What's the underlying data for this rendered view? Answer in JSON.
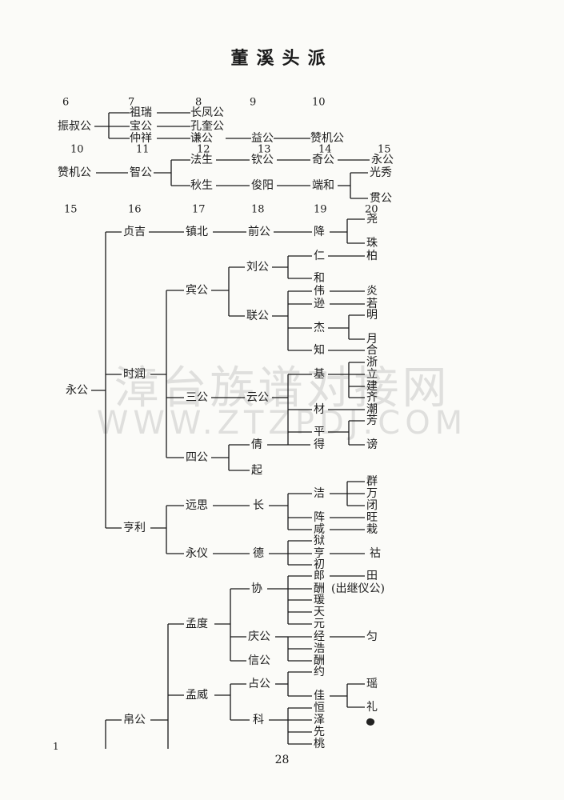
{
  "title": "董溪头派",
  "page_number": "28",
  "margin_mark": "1",
  "watermark": {
    "cn": "漳台族谱对接网",
    "en": "WWW.ZTZPDJ.COM"
  },
  "generation_rows": [
    [
      "6",
      "7",
      "8",
      "9",
      "10"
    ],
    [
      "10",
      "11",
      "12",
      "13",
      "14",
      "15"
    ],
    [
      "15",
      "16",
      "17",
      "18",
      "19",
      "20"
    ]
  ],
  "names": {
    "zhenshu": "振叔公",
    "zurui": "祖瑞",
    "baogong": "宝公",
    "zhongxiang": "仲祥",
    "changfeng": "长凤公",
    "kongkui": "孔奎公",
    "qiangong": "谦公",
    "yigong": "益公",
    "zanji_a": "赞机公",
    "zanji_b": "赞机公",
    "zhigong": "智公",
    "fasheng": "法生",
    "qiusheng": "秋生",
    "qingong": "钦公",
    "junyang": "俊阳",
    "qigong": "奇公",
    "duanhe": "端和",
    "yonggong_a": "永公",
    "guangxiu": "光秀",
    "guangong": "贯公",
    "yonggong": "永公",
    "zhenji": "贞吉",
    "zhenbei": "镇北",
    "qiangong2": "前公",
    "jiang": "降",
    "yao": "尧",
    "zhu": "珠",
    "shirun": "时润",
    "bingong": "宾公",
    "liugong": "刘公",
    "ren": "仁",
    "bai": "柏",
    "he": "和",
    "liangong": "联公",
    "wei": "伟",
    "yan": "炎",
    "xun": "逊",
    "ruo": "若",
    "jie": "杰",
    "ming": "明",
    "yue": "月",
    "zhi": "知",
    "he2": "合",
    "sangong": "三公",
    "yungong": "云公",
    "ji": "基",
    "zhe": "浙",
    "li": "立",
    "jian": "建",
    "qi": "齐",
    "cai": "材",
    "chao": "潮",
    "fang": "芳",
    "ping": "平",
    "de": "得",
    "bang": "谤",
    "sigong": "四公",
    "qian": "倩",
    "qi2": "起",
    "hengli": "亨利",
    "yuansi": "远思",
    "zhang": "长",
    "jie2": "洁",
    "qun": "群",
    "wan": "万",
    "bi": "闭",
    "zhen": "阵",
    "wang": "旺",
    "xian": "咸",
    "zai": "栽",
    "yongyi": "永仪",
    "de2": "德",
    "yu": "狱",
    "hu": "祜",
    "heng": "亨",
    "chu": "初",
    "lang": "郎",
    "tian": "田",
    "chou": "酬",
    "chujiyi": "(出继仪公)",
    "huan": "瑗",
    "tian2": "天",
    "yuan": "元",
    "fugong": "帛公",
    "mengdu": "孟度",
    "xie": "协",
    "qinggong": "庆公",
    "jing": "经",
    "yun": "匀",
    "hao": "浩",
    "chou2": "酬",
    "xingong": "信公",
    "yue2": "约",
    "mengwei": "孟威",
    "zhangong": "占公",
    "jia": "佳",
    "yao2": "瑶",
    "heng2": "恒",
    "li2": "礼",
    "ke": "科",
    "ze": "泽",
    "xian2": "先",
    "tao": "桃"
  }
}
